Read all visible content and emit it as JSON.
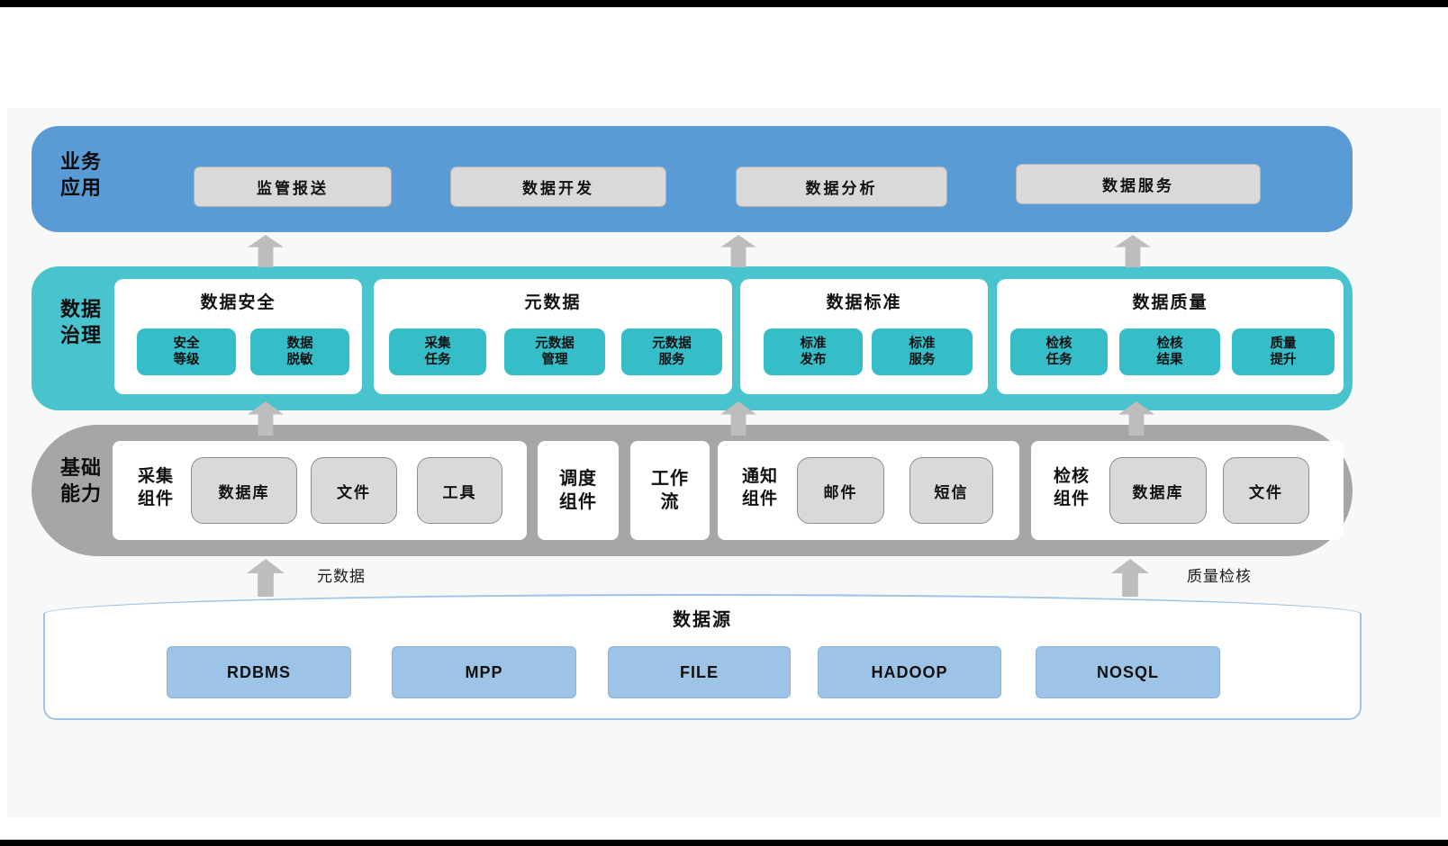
{
  "colors": {
    "business_layer": "#5b9bd5",
    "governance_layer": "#49c3cd",
    "governance_button": "#35bdc8",
    "foundation_layer": "#a6a6a6",
    "gray_button": "#d9d9d9",
    "datasource_fill": "#9dc3e6",
    "datasource_border": "#9dc3e6",
    "arrow": "#bdbdbd"
  },
  "business": {
    "label": "业务\n应用",
    "items": [
      "监管报送",
      "数据开发",
      "数据分析",
      "数据服务"
    ]
  },
  "governance": {
    "label": "数据\n治理",
    "groups": [
      {
        "title": "数据安全",
        "items": [
          "安全\n等级",
          "数据\n脱敏"
        ]
      },
      {
        "title": "元数据",
        "items": [
          "采集\n任务",
          "元数据\n管理",
          "元数据\n服务"
        ]
      },
      {
        "title": "数据标准",
        "items": [
          "标准\n发布",
          "标准\n服务"
        ]
      },
      {
        "title": "数据质量",
        "items": [
          "检核\n任务",
          "检核\n结果",
          "质量\n提升"
        ]
      }
    ]
  },
  "foundation": {
    "label": "基础\n能力",
    "groups": [
      {
        "title": "采集\n组件",
        "items": [
          "数据库",
          "文件",
          "工具"
        ]
      },
      {
        "title": "调度\n组件",
        "items": []
      },
      {
        "title": "工作\n流",
        "items": []
      },
      {
        "title": "通知\n组件",
        "items": [
          "邮件",
          "短信"
        ]
      },
      {
        "title": "检核\n组件",
        "items": [
          "数据库",
          "文件"
        ]
      }
    ]
  },
  "datasource": {
    "title": "数据源",
    "items": [
      "RDBMS",
      "MPP",
      "FILE",
      "HADOOP",
      "NOSQL"
    ]
  },
  "annotations": {
    "metadata_flow": "元数据",
    "quality_flow": "质量检核"
  }
}
